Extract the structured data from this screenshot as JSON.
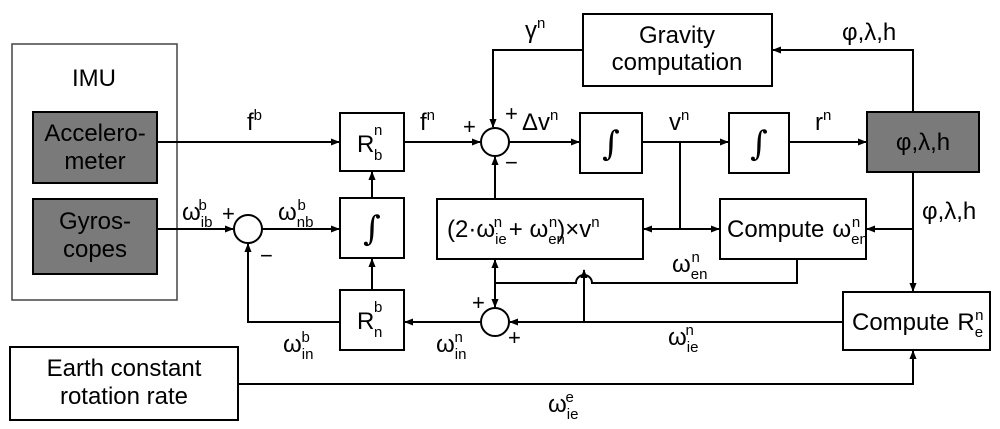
{
  "blocks": {
    "imu": "IMU",
    "accel": [
      "Accelero-",
      "meter"
    ],
    "gyro": [
      "Gyros-",
      "copes"
    ],
    "earth": [
      "Earth constant",
      "rotation rate"
    ],
    "gravity": [
      "Gravity",
      "computation"
    ],
    "position": "φ,λ,h",
    "compute_en": "Compute",
    "compute_re": "Compute",
    "coriolis_pre": "(2·ω",
    "coriolis_mid": " + ω",
    "coriolis_post": ")×v"
  },
  "integrator_symbol": "∫",
  "signals": {
    "fb": "f",
    "fb_sup": "b",
    "fn": "f",
    "fn_sup": "n",
    "gamma": "γ",
    "gamma_sup": "n",
    "dv": "Δv",
    "dv_sup": "n",
    "vn": "v",
    "vn_sup": "n",
    "rn": "r",
    "rn_sup": "n",
    "plh_top": "φ,λ,h",
    "plh_right": "φ,λ,h",
    "omega": "ω",
    "sub_ib": "ib",
    "sub_nb": "nb",
    "sub_in": "in",
    "sub_ie": "ie",
    "sub_en": "en",
    "sup_b": "b",
    "sup_n": "n",
    "sup_e": "e",
    "R": "R"
  },
  "signs": {
    "plus": "+",
    "minus": "−"
  }
}
